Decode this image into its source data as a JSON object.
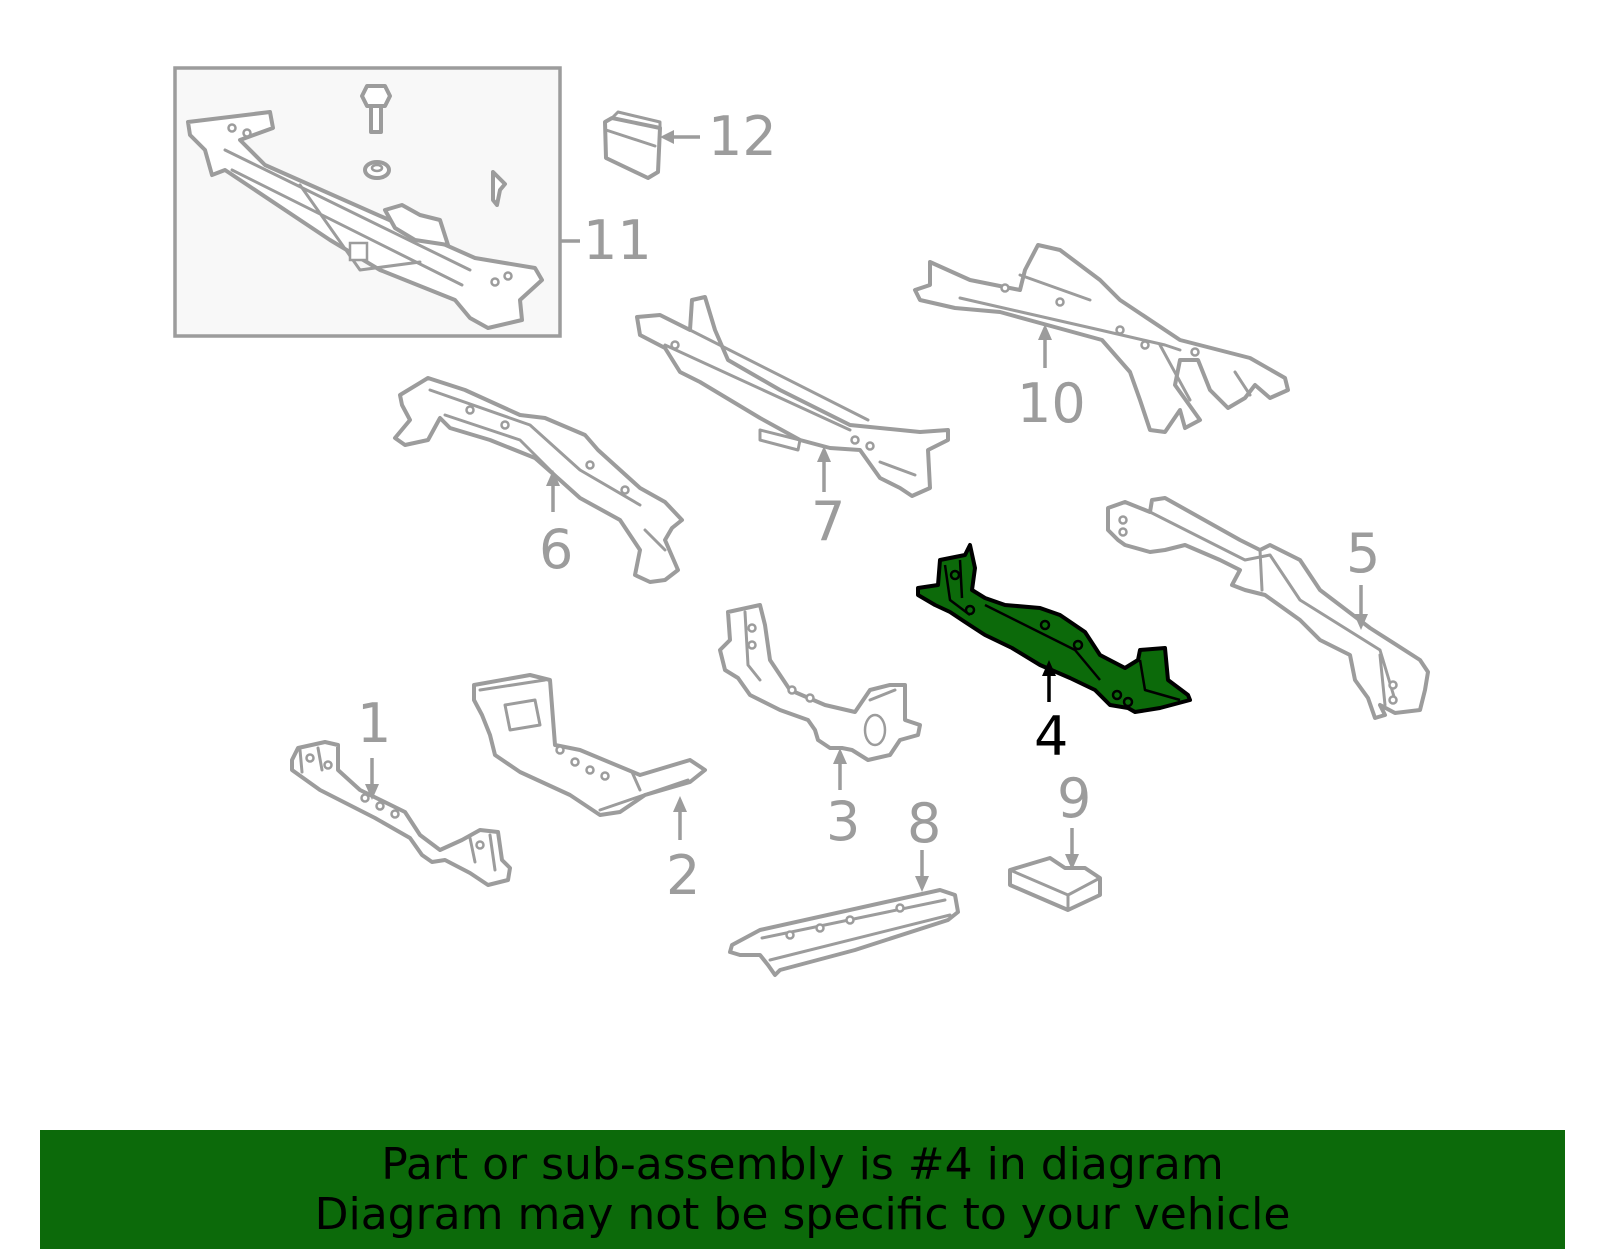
{
  "callouts": {
    "c1": "1",
    "c2": "2",
    "c3": "3",
    "c4": "4",
    "c5": "5",
    "c6": "6",
    "c7": "7",
    "c8": "8",
    "c9": "9",
    "c10": "10",
    "c11": "11",
    "c12": "12"
  },
  "highlighted_part": "4",
  "colors": {
    "highlight": "#0c6a0a",
    "part_outline": "#9c9c9c",
    "footer_bg": "#0c6a0a",
    "text": "#000000"
  },
  "footer": {
    "line1": "Part or sub-assembly is #4 in diagram",
    "line2": "Diagram may not be specific to your vehicle"
  }
}
